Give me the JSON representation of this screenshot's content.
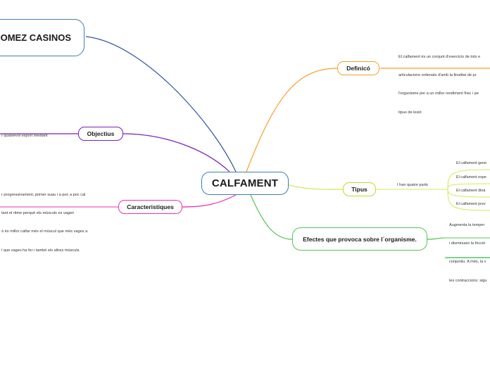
{
  "colors": {
    "root_border": "#3b7fb5",
    "definicio": "#f4a02c",
    "objectius": "#7a1fb6",
    "tipus": "#b7dd2a",
    "caracteristiques": "#ea2eb6",
    "efectes": "#54c454",
    "top_branch": "#2f4f9e"
  },
  "root": {
    "label": "CALFAMENT"
  },
  "top_node": {
    "label": "OMEZ CASINOS"
  },
  "definicio": {
    "label": "Definicó",
    "text": [
      "El calfament és un conjunt d'exercicis de tots e",
      "articulacions ordenats d'amb la finalitat de pr",
      "l'organisme per a un millor rendiment físic i pe",
      "tipus de lesió"
    ]
  },
  "objectius": {
    "label": "Objectius",
    "text": [
      "r qualsevol esport mediant"
    ]
  },
  "tipus": {
    "label": "Tipus",
    "intro": "I han quatre parts",
    "items": [
      "El calfament gene",
      "El calfament espe",
      "El calfament dinà",
      "El calfament prev"
    ]
  },
  "caracteristiques": {
    "label": "Caracteristiques",
    "text": [
      "r progressivament, primer suau i a poc a poc cal",
      "tant el ritme perquè els músculs es vagen",
      "ó és millor calfar més el múscul que més vages a",
      "l que vages ha fer i també els altres músculs."
    ]
  },
  "efectes": {
    "label": "Efectes que provoca sobre l´organisme.",
    "text": [
      "Augmenta la temper",
      "i disminueix la fricció",
      "conjuntiu. A més, la v",
      "les contraccions: sigu"
    ]
  }
}
